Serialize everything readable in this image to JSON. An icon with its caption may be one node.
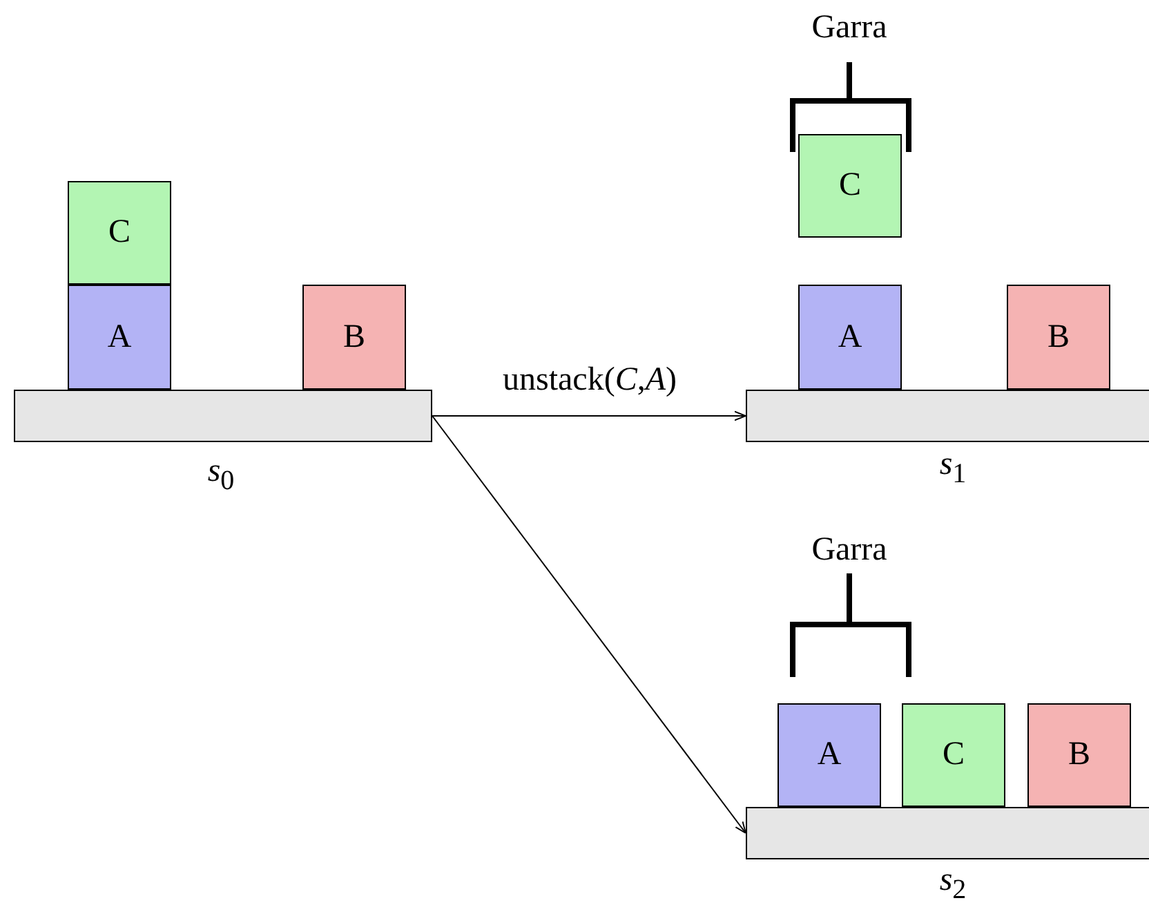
{
  "diagram": {
    "nodes": [
      {
        "text": [],
        "shape": "bar",
        "beside": [
          "*s*$_{0}$"
        ]
      },
      {
        "text": [
          "C"
        ]
      },
      {
        "text": [
          "A"
        ]
      },
      {
        "text": [
          "B"
        ]
      },
      {
        "text": [],
        "shape": "bar",
        "beside": [
          "*s*$_{1}$"
        ]
      },
      {
        "text": [
          "C"
        ]
      },
      {
        "text": [
          "A"
        ]
      },
      {
        "text": [
          "B"
        ]
      },
      {
        "text": [],
        "shape": "bar",
        "beside": [
          "*s*$_{2}$"
        ]
      },
      {
        "text": [
          "A"
        ]
      },
      {
        "text": [
          "C"
        ]
      },
      {
        "text": [
          "B"
        ]
      }
    ],
    "edges": [
      {
        "from": 0,
        "to": 4,
        "arrow": "to",
        "label": "unstack(*C*,*A*)"
      },
      {
        "from": 0,
        "to": 8,
        "arrow": "to"
      }
    ],
    "labels": [
      "Garra",
      "Garra"
    ]
  }
}
